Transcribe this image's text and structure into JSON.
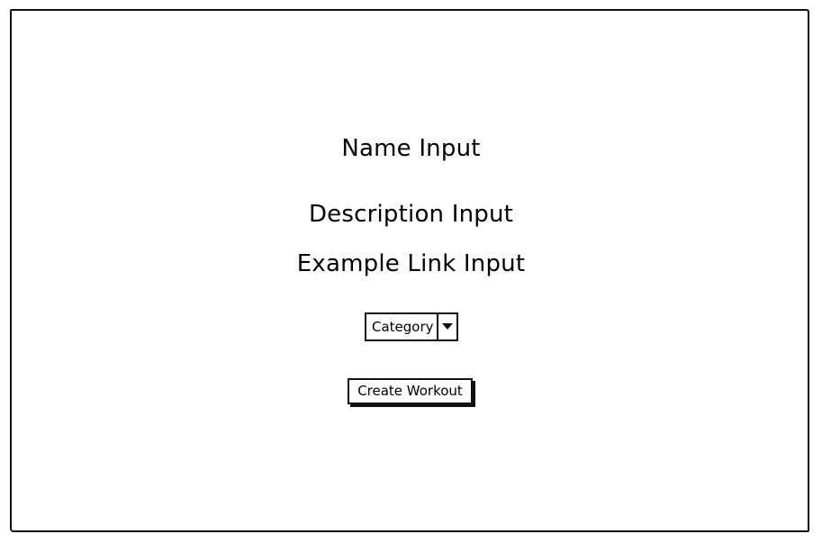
{
  "form": {
    "name_label": "Name Input",
    "description_label": "Description Input",
    "example_link_label": "Example Link Input",
    "category_select": {
      "selected": "Category",
      "icon": "triangle-down-icon"
    },
    "submit_label": "Create Workout"
  },
  "colors": {
    "stroke": "#111111",
    "background": "#ffffff",
    "text": "#000000"
  }
}
